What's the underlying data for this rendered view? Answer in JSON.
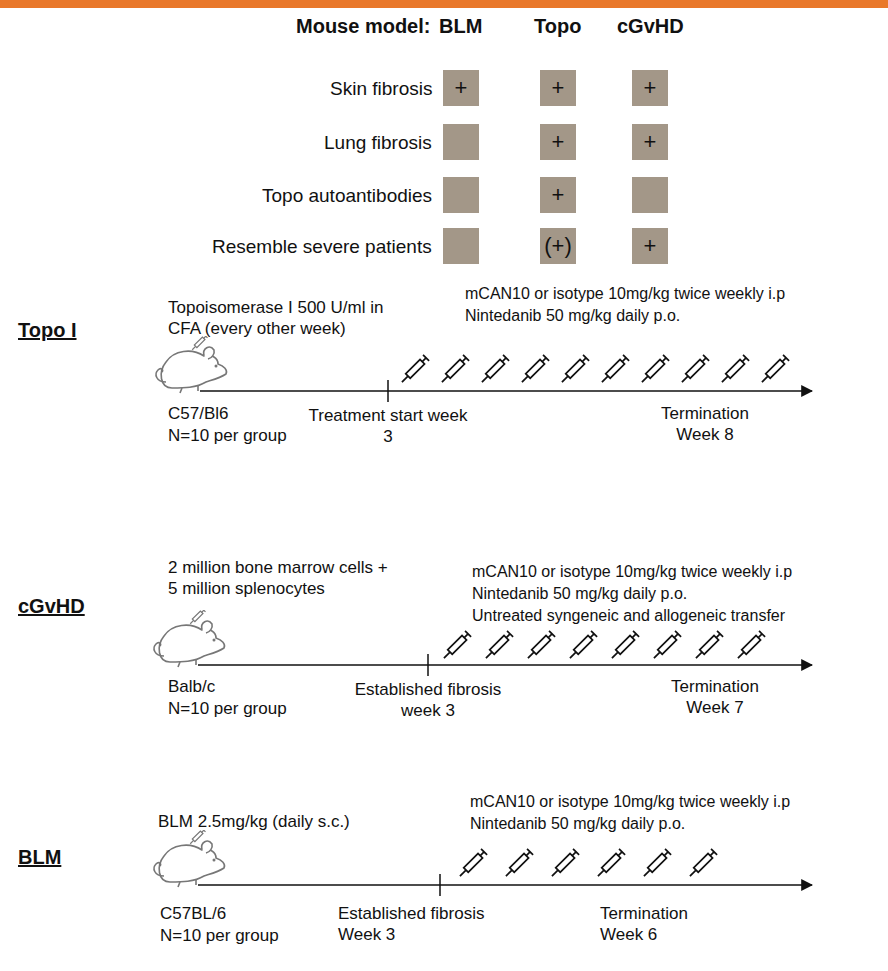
{
  "diagram": {
    "nodes": [
      {
        "text": [
          "+"
        ]
      },
      {
        "text": [
          "+"
        ]
      },
      {
        "text": [
          "+"
        ]
      },
      {
        "text": [
          "+"
        ]
      },
      {
        "text": [
          "+"
        ]
      },
      {
        "text": [
          "+"
        ]
      },
      {
        "text": [
          "(+)"
        ]
      },
      {
        "text": [
          "+"
        ]
      }
    ],
    "labels": [
      "Mouse model:",
      "BLM",
      "Topo",
      "cGvHD",
      "Skin fibrosis",
      "Lung fibrosis",
      "Topo autoantibodies",
      "Resemble severe patients",
      "Topo I",
      "Topoisomerase I 500 U/ml in CFA (every other week)",
      "mCAN10 or isotype 10mg/kg twice weekly i.p",
      "Nintedanib 50 mg/kg daily p.o.",
      "C57/Bl6",
      "N=10 per group",
      "Treatment start week 3",
      "Termination Week 8",
      "cGvHD",
      "2 million bone marrow cells + 5 million splenocytes",
      "mCAN10 or isotype 10mg/kg twice weekly i.p",
      "Nintedanib 50 mg/kg daily p.o.",
      "Untreated syngeneic and allogeneic transfer",
      "Balb/c",
      "N=10 per group",
      "Established fibrosis week 3",
      "Termination Week 7",
      "BLM",
      "BLM 2.5mg/kg (daily s.c.)",
      "mCAN10 or isotype 10mg/kg twice weekly i.p",
      "Nintedanib 50 mg/kg daily p.o.",
      "C57BL/6",
      "N=10 per group",
      "Established fibrosis Week 3",
      "Termination Week 6"
    ]
  }
}
